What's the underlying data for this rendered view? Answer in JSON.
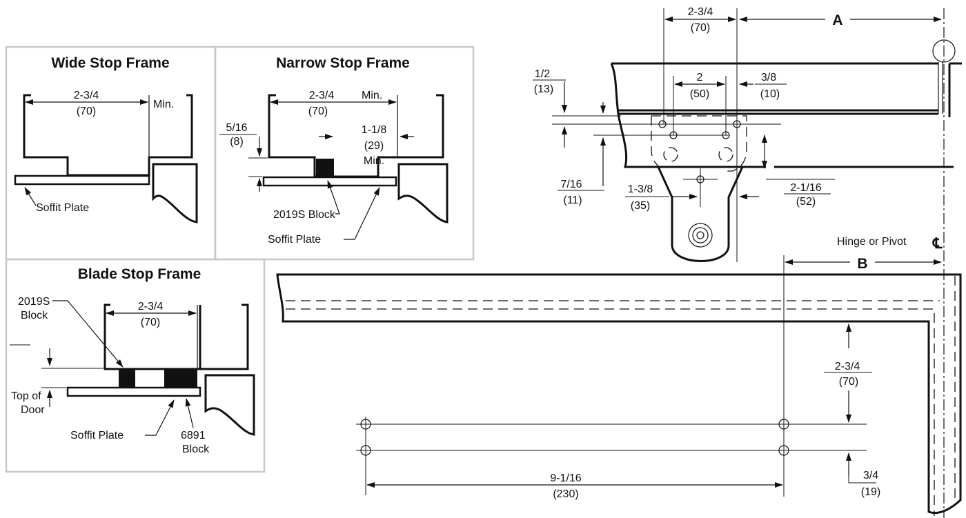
{
  "panels": {
    "wide": {
      "title": "Wide Stop Frame",
      "dim": "2-3/4",
      "dim_mm": "(70)",
      "min": "Min.",
      "soffit": "Soffit Plate"
    },
    "narrow": {
      "title": "Narrow Stop Frame",
      "dim": "2-3/4",
      "dim_min": "Min.",
      "dim_mm": "(70)",
      "d1": "5/16",
      "d1_mm": "(8)",
      "d2": "1-1/8",
      "d2_mm": "(29)",
      "d2_min": "Min.",
      "block": "2019S Block",
      "soffit": "Soffit Plate"
    },
    "blade": {
      "title": "Blade Stop Frame",
      "block1_a": "2019S",
      "block1_b": "Block",
      "dim": "2-3/4",
      "dim_mm": "(70)",
      "top_a": "Top of",
      "top_b": "Door",
      "soffit": "Soffit Plate",
      "block2_a": "6891",
      "block2_b": "Block"
    }
  },
  "main": {
    "label_a": "A",
    "label_b": "B",
    "d_top": "2-3/4",
    "d_top_mm": "(70)",
    "d_half": "1/2",
    "d_half_mm": "(13)",
    "d_two": "2",
    "d_two_mm": "(50)",
    "d_38": "3/8",
    "d_38_mm": "(10)",
    "d_716": "7/16",
    "d_716_mm": "(11)",
    "d_138": "1-3/8",
    "d_138_mm": "(35)",
    "d_2116": "2-1/16",
    "d_2116_mm": "(52)",
    "hinge": "Hinge or Pivot",
    "cl": "℄",
    "d_234b": "2-3/4",
    "d_234b_mm": "(70)",
    "d_34": "3/4",
    "d_34_mm": "(19)",
    "d_9116": "9-1/16",
    "d_9116_mm": "(230)"
  }
}
